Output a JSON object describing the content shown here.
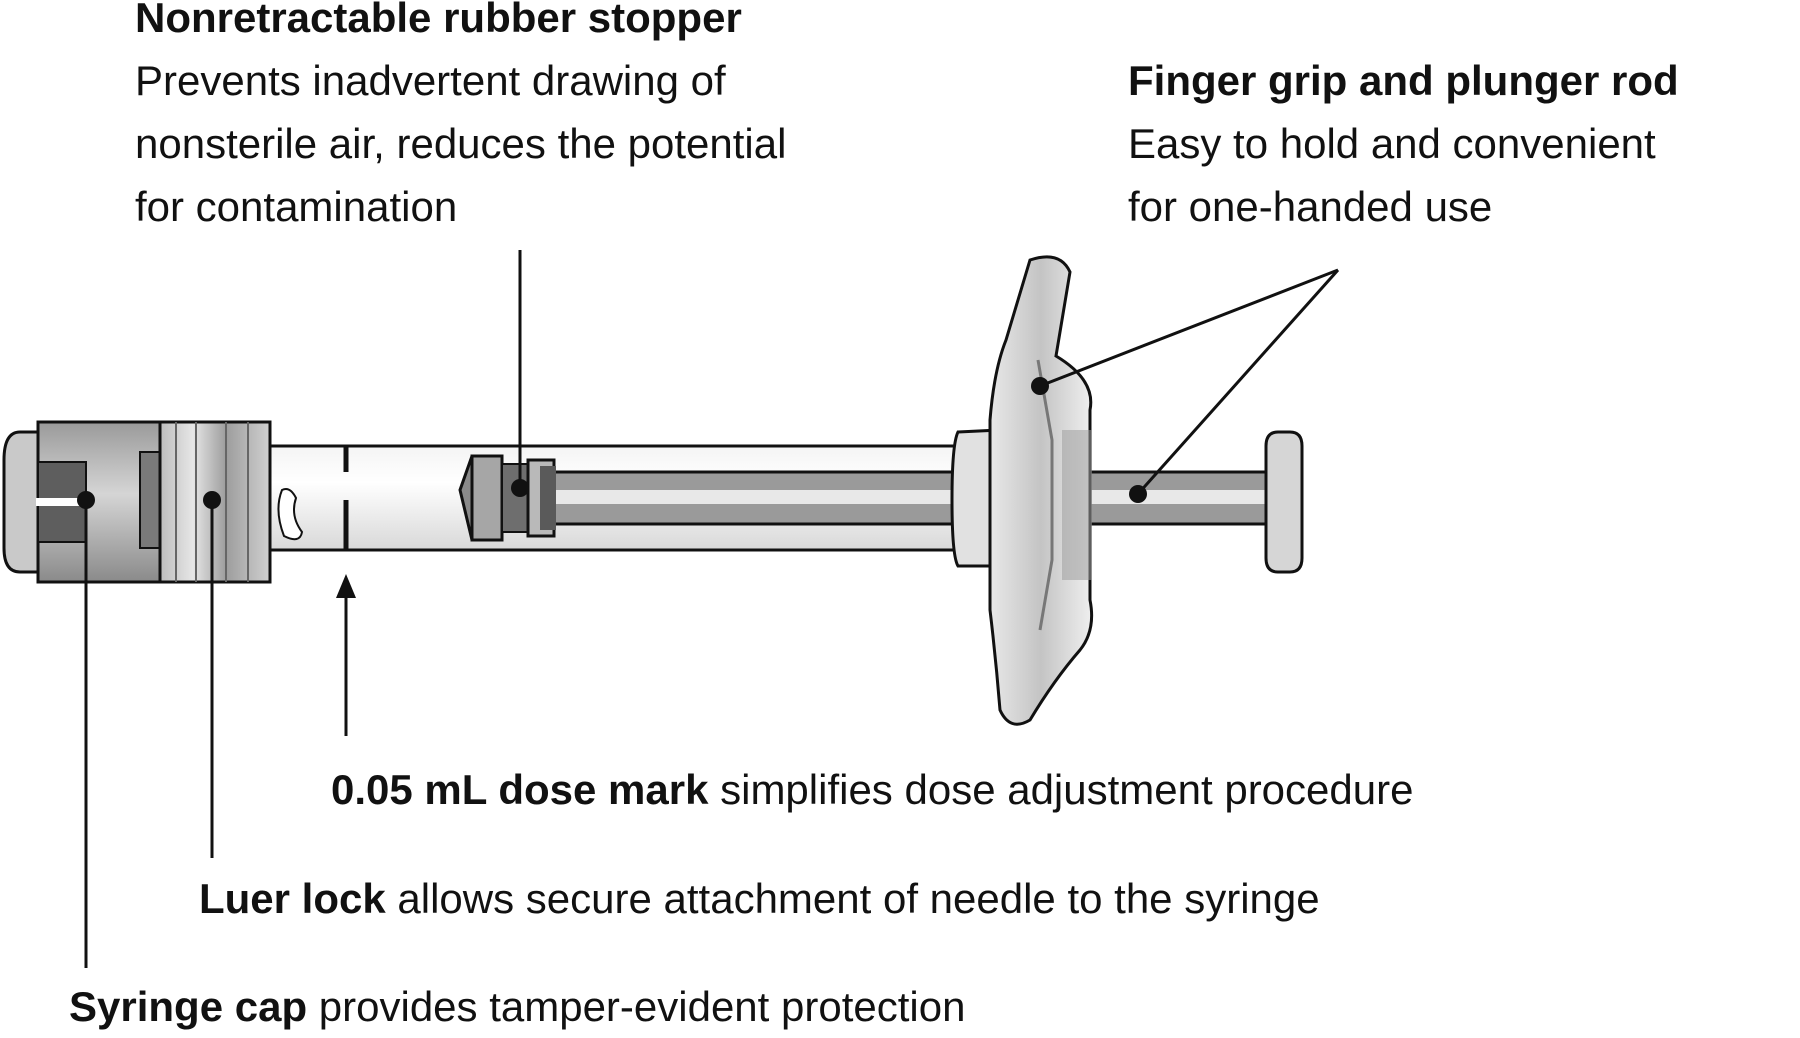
{
  "labels": {
    "stopper": {
      "title": "Nonretractable rubber stopper",
      "lines": [
        "Prevents inadvertent drawing of",
        "nonsterile air, reduces the potential",
        "for contamination"
      ]
    },
    "grip": {
      "title": "Finger grip and plunger rod",
      "lines": [
        "Easy to hold and convenient",
        "for one-handed use"
      ]
    },
    "dose": {
      "title": "0.05 mL dose mark",
      "text": " simplifies dose adjustment procedure"
    },
    "luer": {
      "title": "Luer lock",
      "text": " allows secure attachment of needle to the syringe"
    },
    "cap": {
      "title": "Syringe cap",
      "text": " provides tamper-evident protection"
    }
  },
  "colors": {
    "line": "#111111",
    "light_gray": "#e3e3e3",
    "mid_gray": "#b5b5b5",
    "dark_gray": "#6f6f6f"
  }
}
